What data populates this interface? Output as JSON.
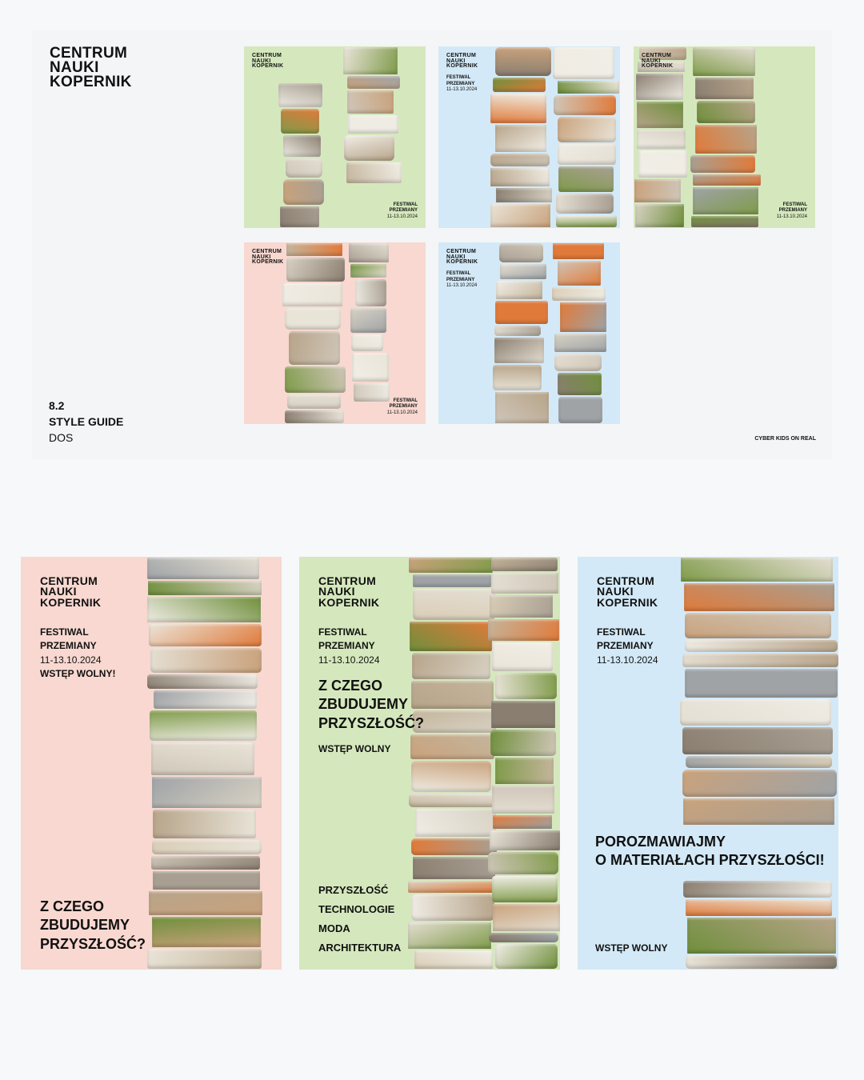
{
  "brand": {
    "logo_lines": [
      "CENTRUM",
      "NAUKI",
      "KOPERNIK"
    ]
  },
  "sheet": {
    "section_number": "8.2",
    "section_title": "STYLE GUIDE",
    "section_subtitle": "DOS",
    "credit": "CYBER KIDS ON REAL"
  },
  "thumbnails": [
    {
      "festival": "FESTIWAL",
      "name": "PRZEMIANY",
      "dates": "11-13.10.2024"
    },
    {
      "festival": "FESTIWAL",
      "name": "PRZEMIANY",
      "dates": "11-13.10.2024"
    },
    {
      "festival": "FESTIWAL",
      "name": "PRZEMIANY",
      "dates": "11-13.10.2024"
    },
    {
      "festival": "FESTIWAL",
      "name": "PRZEMIANY",
      "dates": "11-13.10.2024"
    },
    {
      "festival": "FESTIWAL",
      "name": "PRZEMIANY",
      "dates": "11-13.10.2024"
    }
  ],
  "posters": [
    {
      "festival": "FESTIWAL",
      "name": "PRZEMIANY",
      "dates": "11-13.10.2024",
      "entry": "WSTĘP WOLNY!",
      "headline_lines": [
        "Z CZEGO",
        "ZBUDUJEMY",
        "PRZYSZŁOŚĆ?"
      ]
    },
    {
      "festival": "FESTIWAL",
      "name": "PRZEMIANY",
      "dates": "11-13.10.2024",
      "headline_lines": [
        "Z CZEGO",
        "ZBUDUJEMY",
        "PRZYSZŁOŚĆ?"
      ],
      "entry": "WSTĘP WOLNY",
      "topics": [
        "PRZYSZŁOŚĆ",
        "TECHNOLOGIE",
        "MODA",
        "ARCHITEKTURA"
      ]
    },
    {
      "festival": "FESTIWAL",
      "name": "PRZEMIANY",
      "dates": "11-13.10.2024",
      "headline_lines": [
        "POROZMAWIAJMY",
        "O MATERIAŁACH PRZYSZŁOŚCI!"
      ],
      "entry": "WSTĘP WOLNY"
    }
  ],
  "colors": {
    "page_bg": "#f7f8fa",
    "green": "#d5e8bd",
    "blue": "#d3e9f7",
    "pink": "#f8d8d0",
    "text": "#111111"
  },
  "palette": [
    "#cfc6b8",
    "#e9e4d8",
    "#b7a48a",
    "#8a7e70",
    "#d8d2c4",
    "#6f8f3c",
    "#c9a27c",
    "#efece4",
    "#a89f92",
    "#e07a3a",
    "#d9cdb7",
    "#f1eee6",
    "#9fa3a6",
    "#c4b59c",
    "#7f9b4a",
    "#e4ded2"
  ]
}
